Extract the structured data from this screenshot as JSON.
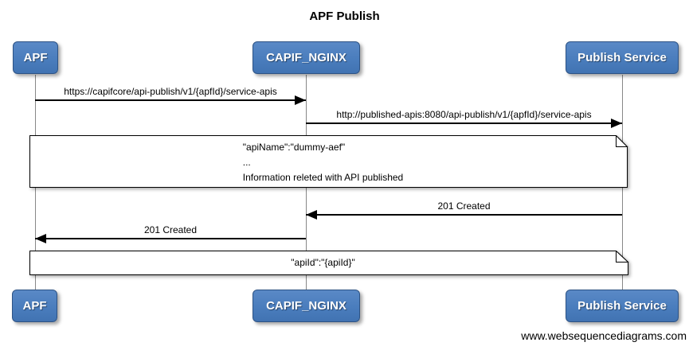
{
  "header": {
    "title": "APF Publish"
  },
  "actors": [
    {
      "id": "apf",
      "label": "APF"
    },
    {
      "id": "capif-nginx",
      "label": "CAPIF_NGINX"
    },
    {
      "id": "publish-service",
      "label": "Publish Service"
    }
  ],
  "messages": [
    {
      "from": "APF",
      "to": "CAPIF_NGINX",
      "direction": "right",
      "label": "https://capifcore/api-publish/v1/{apfId}/service-apis"
    },
    {
      "from": "CAPIF_NGINX",
      "to": "Publish Service",
      "direction": "right",
      "label": "http://published-apis:8080/api-publish/v1/{apfId}/service-apis"
    },
    {
      "from": "Publish Service",
      "to": "CAPIF_NGINX",
      "direction": "left",
      "label": "201 Created"
    },
    {
      "from": "CAPIF_NGINX",
      "to": "APF",
      "direction": "left",
      "label": "201 Created"
    }
  ],
  "notes": [
    {
      "lines": [
        "\"apiName\":\"dummy-aef\"",
        "...",
        "Information releted with API published"
      ]
    },
    {
      "lines": [
        "\"apiId\":\"{apiId}\""
      ]
    }
  ],
  "watermark": "www.websequencediagrams.com",
  "colors": {
    "actor_fill": "#4a7dbd",
    "actor_fill_light": "#5a89c6",
    "actor_border": "#2d5385",
    "lifeline": "#888888",
    "note_border": "#000000"
  }
}
